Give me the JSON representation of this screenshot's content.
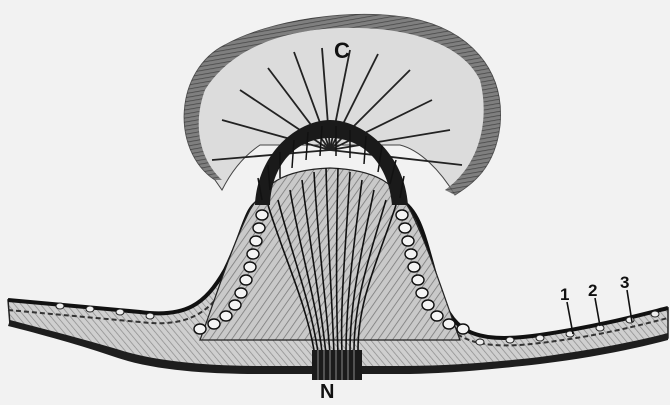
{
  "figure": {
    "labels": {
      "cupula": "C",
      "nerve": "N",
      "layer_1": "1",
      "layer_2": "2",
      "layer_3": "3"
    }
  }
}
